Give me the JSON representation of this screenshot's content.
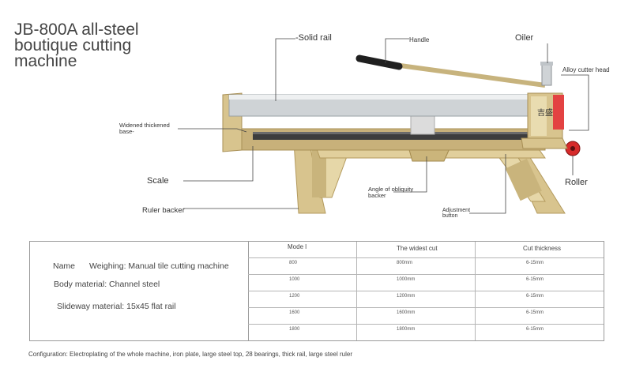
{
  "title": "JB-800A all-steel boutique cutting machine",
  "callouts": {
    "solid_rail": "-Solid rail",
    "handle": "Handle",
    "oiler": "Oiler",
    "alloy_cutter_head": "Alloy cutter head",
    "widened_base": "Widened thickened base-",
    "scale": "Scale",
    "roller": "Roller",
    "angle_backer": "Angle of obliquity backer",
    "ruler_backer": "Ruler backer",
    "adjustment_button": "Adjustment button"
  },
  "machine_logo": "吉盛",
  "specs": {
    "name": "Name",
    "weighing": "Weighing: Manual tile cutting machine",
    "body_material": "Body material: Channel steel",
    "slideway": "Slideway material: 15x45 flat rail"
  },
  "table": {
    "headers": [
      "Mode l",
      "The widest cut",
      "Cut thickness"
    ],
    "rows": [
      [
        "800",
        "800mm",
        "6-15mm"
      ],
      [
        "1000",
        "1000mm",
        "6-15mm"
      ],
      [
        "1200",
        "1200mm",
        "6-15mm"
      ],
      [
        "1600",
        "1600mm",
        "6-15mm"
      ],
      [
        "1800",
        "1800mm",
        "6-15mm"
      ]
    ]
  },
  "configuration": "Configuration: Electroplating of the whole machine, iron plate, large steel top, 28 bearings, thick rail, large steel ruler",
  "colors": {
    "gold": "#d8c48e",
    "gold_dark": "#b39a5d",
    "steel": "#cfd3d6",
    "roller_red": "#d62a2a"
  }
}
